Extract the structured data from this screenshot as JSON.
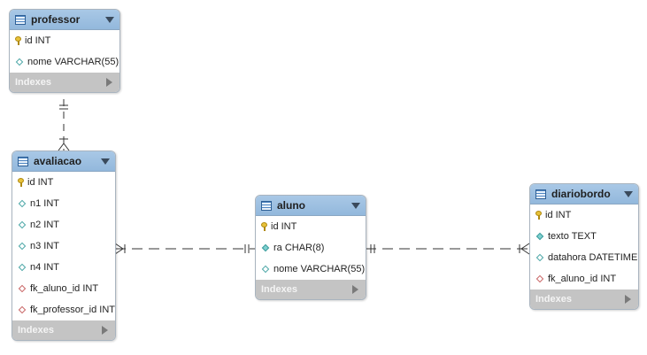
{
  "tables": {
    "professor": {
      "name": "professor",
      "columns": [
        {
          "label": "id INT",
          "icon": "primary-key-icon"
        },
        {
          "label": "nome VARCHAR(55)",
          "icon": "column-icon"
        }
      ],
      "indexes_label": "Indexes"
    },
    "avaliacao": {
      "name": "avaliacao",
      "columns": [
        {
          "label": "id INT",
          "icon": "primary-key-icon"
        },
        {
          "label": "n1 INT",
          "icon": "column-icon"
        },
        {
          "label": "n2 INT",
          "icon": "column-icon"
        },
        {
          "label": "n3 INT",
          "icon": "column-icon"
        },
        {
          "label": "n4 INT",
          "icon": "column-icon"
        },
        {
          "label": "fk_aluno_id INT",
          "icon": "foreign-key-icon"
        },
        {
          "label": "fk_professor_id INT",
          "icon": "foreign-key-icon"
        }
      ],
      "indexes_label": "Indexes"
    },
    "aluno": {
      "name": "aluno",
      "columns": [
        {
          "label": "id INT",
          "icon": "primary-key-icon"
        },
        {
          "label": "ra CHAR(8)",
          "icon": "not-null-column-icon"
        },
        {
          "label": "nome VARCHAR(55)",
          "icon": "column-icon"
        }
      ],
      "indexes_label": "Indexes"
    },
    "diariobordo": {
      "name": "diariobordo",
      "columns": [
        {
          "label": "id INT",
          "icon": "primary-key-icon"
        },
        {
          "label": "texto TEXT",
          "icon": "not-null-column-icon"
        },
        {
          "label": "datahora DATETIME",
          "icon": "column-icon"
        },
        {
          "label": "fk_aluno_id INT",
          "icon": "foreign-key-icon"
        }
      ],
      "indexes_label": "Indexes"
    }
  },
  "relationships": [
    {
      "from": "professor",
      "to": "avaliacao",
      "from_cardinality": "one",
      "to_cardinality": "many"
    },
    {
      "from": "aluno",
      "to": "avaliacao",
      "from_cardinality": "one",
      "to_cardinality": "many"
    },
    {
      "from": "aluno",
      "to": "diariobordo",
      "from_cardinality": "one",
      "to_cardinality": "many"
    }
  ],
  "colors": {
    "header": "#9fbfdf",
    "indexes_bar": "#c4c4c4",
    "line": "#333333"
  }
}
